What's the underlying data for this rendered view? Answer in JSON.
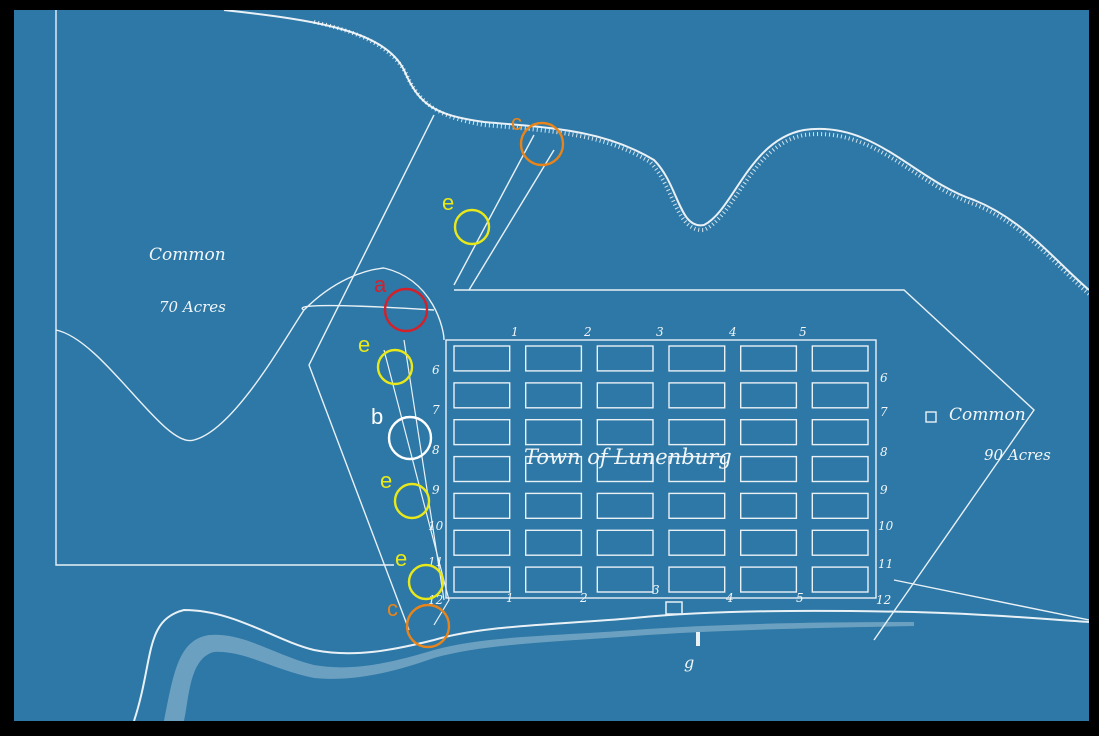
{
  "map": {
    "labels": {
      "common_left": "Common",
      "acres_left": "70 Acres",
      "common_right": "Common",
      "acres_right": "90 Acres",
      "town": "Town of Lunenburg",
      "bottom_letter": "g"
    },
    "grid": {
      "top_numbers": [
        "1",
        "2",
        "3",
        "4",
        "5"
      ],
      "left_numbers": [
        "6",
        "7",
        "8",
        "9",
        "10",
        "11",
        "12"
      ],
      "right_numbers": [
        "6",
        "7",
        "8",
        "9",
        "10",
        "11",
        "12"
      ],
      "bottom_numbers": [
        "1",
        "2",
        "3",
        "4",
        "5"
      ]
    },
    "markers": [
      {
        "letter": "c",
        "color": "#e8841a"
      },
      {
        "letter": "e",
        "color": "#e8e81a"
      },
      {
        "letter": "a",
        "color": "#d4202a"
      },
      {
        "letter": "e",
        "color": "#e8e81a"
      },
      {
        "letter": "b",
        "color": "#ffffff"
      },
      {
        "letter": "e",
        "color": "#e8e81a"
      },
      {
        "letter": "e",
        "color": "#e8e81a"
      },
      {
        "letter": "c",
        "color": "#e8841a"
      }
    ]
  }
}
